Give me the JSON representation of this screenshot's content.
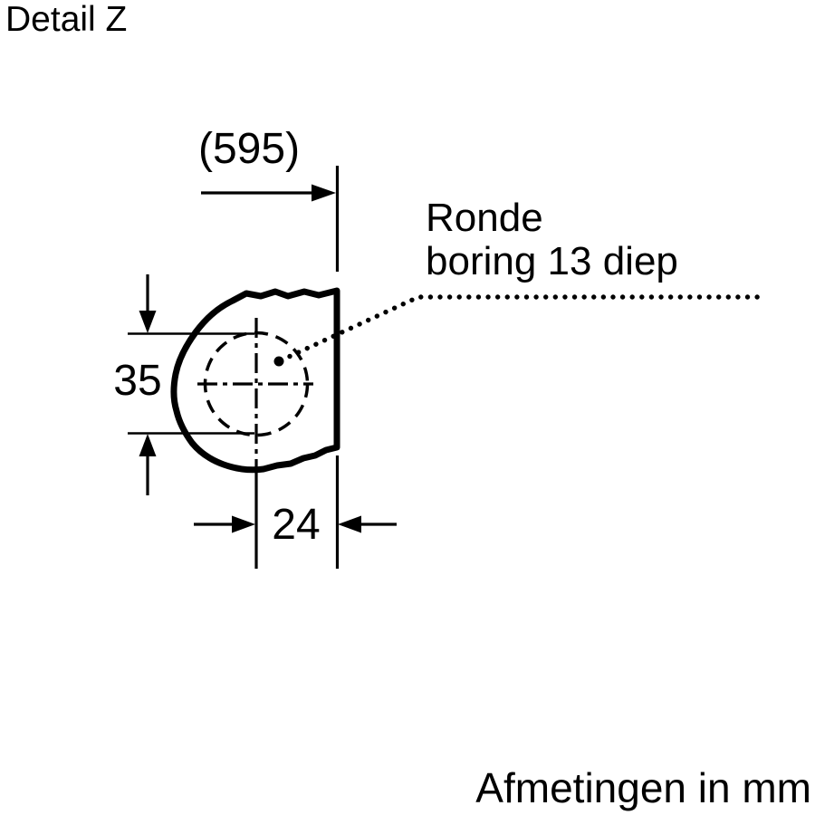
{
  "title": "Detail Z",
  "dimensions": {
    "overall_width": "(595)",
    "bore_height": "35",
    "bore_offset": "24"
  },
  "annotation": {
    "lines": [
      "Ronde",
      "boring 13 diep"
    ]
  },
  "footer": "Afmetingen in mm",
  "colors": {
    "ink": "#000000",
    "background": "#ffffff"
  }
}
